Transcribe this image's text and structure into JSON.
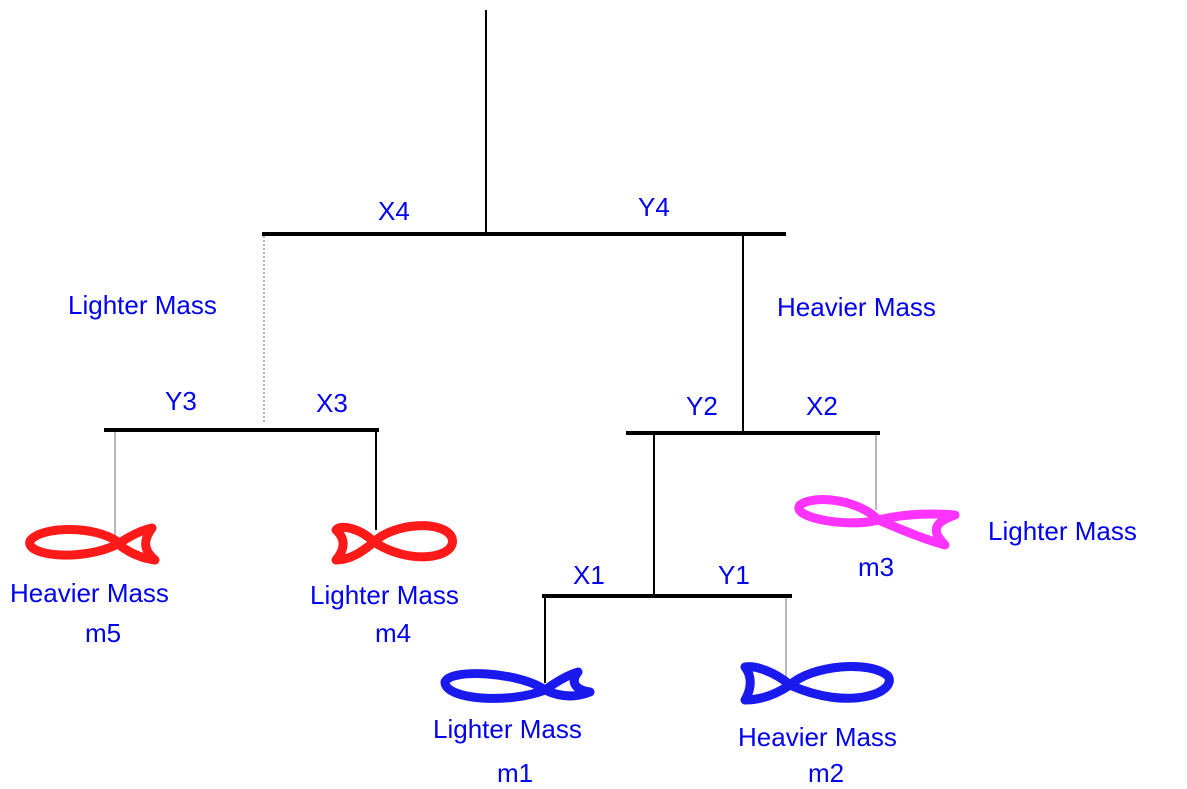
{
  "colors": {
    "label": "#0000ee",
    "structure": "#000000",
    "fish_red": "#ff1a1a",
    "fish_magenta": "#ff33ff",
    "fish_blue": "#1a1aee"
  },
  "top_arms": {
    "left": "X4",
    "right": "Y4"
  },
  "left_string_label": "Lighter Mass",
  "right_string_label": "Heavier Mass",
  "left_bar": {
    "left_arm": "Y3",
    "right_arm": "X3"
  },
  "right_bar": {
    "left_arm": "Y2",
    "right_arm": "X2"
  },
  "bottom_bar": {
    "left_arm": "X1",
    "right_arm": "Y1"
  },
  "masses": {
    "m5": {
      "type": "Heavier Mass",
      "name": "m5",
      "color": "red"
    },
    "m4": {
      "type": "Lighter Mass",
      "name": "m4",
      "color": "red"
    },
    "m3": {
      "type": "Lighter Mass",
      "name": "m3",
      "color": "magenta"
    },
    "m1": {
      "type": "Lighter Mass",
      "name": "m1",
      "color": "blue"
    },
    "m2": {
      "type": "Heavier Mass",
      "name": "m2",
      "color": "blue"
    }
  }
}
